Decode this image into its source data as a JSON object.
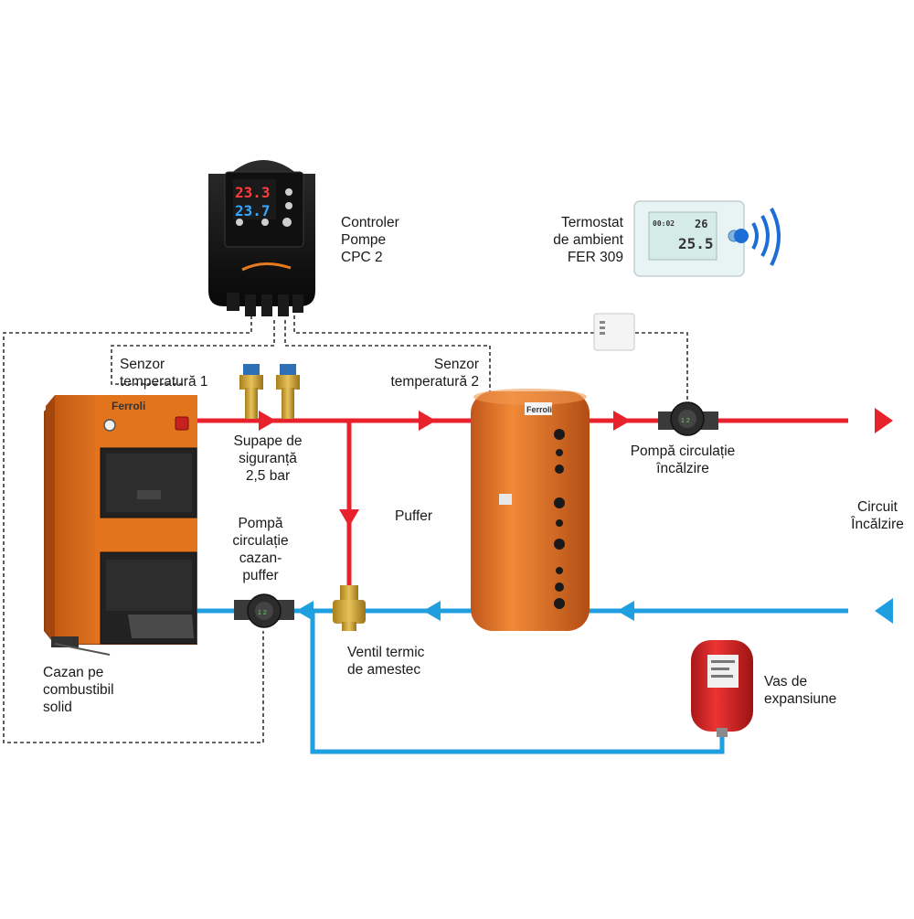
{
  "diagram": {
    "brand": "Ferroli",
    "colors": {
      "supply": "#e8222d",
      "return": "#1f9ee0",
      "control": "#333333",
      "boiler": "#e2741e",
      "puffer": "#e4782a",
      "expansion": "#d92626",
      "thermostat": "#e7f4f3"
    },
    "labels": {
      "controller": [
        "Controler",
        "Pompe",
        "CPC 2"
      ],
      "thermostat": [
        "Termostat",
        "de ambient",
        "FER 309"
      ],
      "sensor1": [
        "Senzor",
        "temperatură 1"
      ],
      "sensor2": [
        "Senzor",
        "temperatură 2"
      ],
      "valves": [
        "Supape de",
        "siguranță",
        "2,5 bar"
      ],
      "pump_heating": [
        "Pompă circulație",
        "încălzire"
      ],
      "puffer": [
        "Puffer"
      ],
      "circuit": [
        "Circuit",
        "Încălzire"
      ],
      "pump_boiler": [
        "Pompă",
        "circulație",
        "cazan-",
        "puffer"
      ],
      "boiler": [
        "Cazan pe",
        "combustibil",
        "solid"
      ],
      "mixing_valve": [
        "Ventil termic",
        "de amestec"
      ],
      "expansion": [
        "Vas de",
        "expansiune"
      ]
    },
    "controller_display": {
      "top": "23.3",
      "bottom": "23.7"
    },
    "thermostat_display": {
      "small": "00:02",
      "set": "26",
      "actual": "25.5"
    }
  }
}
